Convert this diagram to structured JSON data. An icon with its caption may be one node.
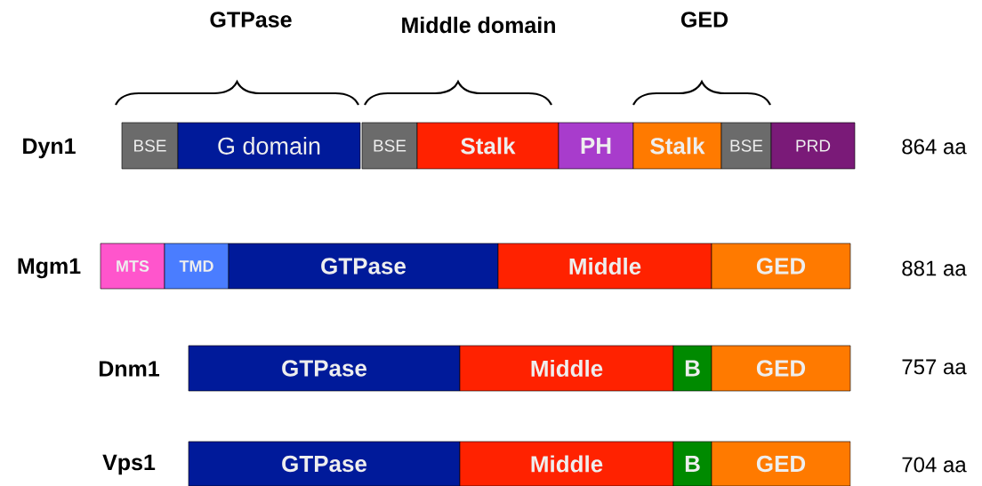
{
  "diagram": {
    "nodes": [
      {
        "text": [
          "BSE"
        ]
      },
      {
        "text": [
          "G domain"
        ]
      },
      {
        "text": [
          "BSE"
        ]
      },
      {
        "text": [
          "Stalk"
        ]
      },
      {
        "text": [
          "PH"
        ]
      },
      {
        "text": [
          "Stalk"
        ]
      },
      {
        "text": [
          "BSE"
        ]
      },
      {
        "text": [
          "PRD"
        ]
      },
      {
        "text": [
          "MTS"
        ]
      },
      {
        "text": [
          "TMD"
        ]
      },
      {
        "text": [
          "GTPase"
        ]
      },
      {
        "text": [
          "Middle"
        ]
      },
      {
        "text": [
          "GED"
        ]
      },
      {
        "text": [
          "GTPase"
        ]
      },
      {
        "text": [
          "Middle"
        ]
      },
      {
        "text": [
          "B"
        ]
      },
      {
        "text": [
          "GED"
        ]
      },
      {
        "text": [
          "GTPase"
        ]
      },
      {
        "text": [
          "Middle"
        ]
      },
      {
        "text": [
          "B"
        ]
      },
      {
        "text": [
          "GED"
        ]
      }
    ],
    "labels": [
      "GTPase",
      "Middle domain",
      "GED",
      "Dyn1",
      "864 aa",
      "Mgm1",
      "881 aa",
      "Dnm1",
      "757 aa",
      "Vps1",
      "704 aa"
    ]
  }
}
